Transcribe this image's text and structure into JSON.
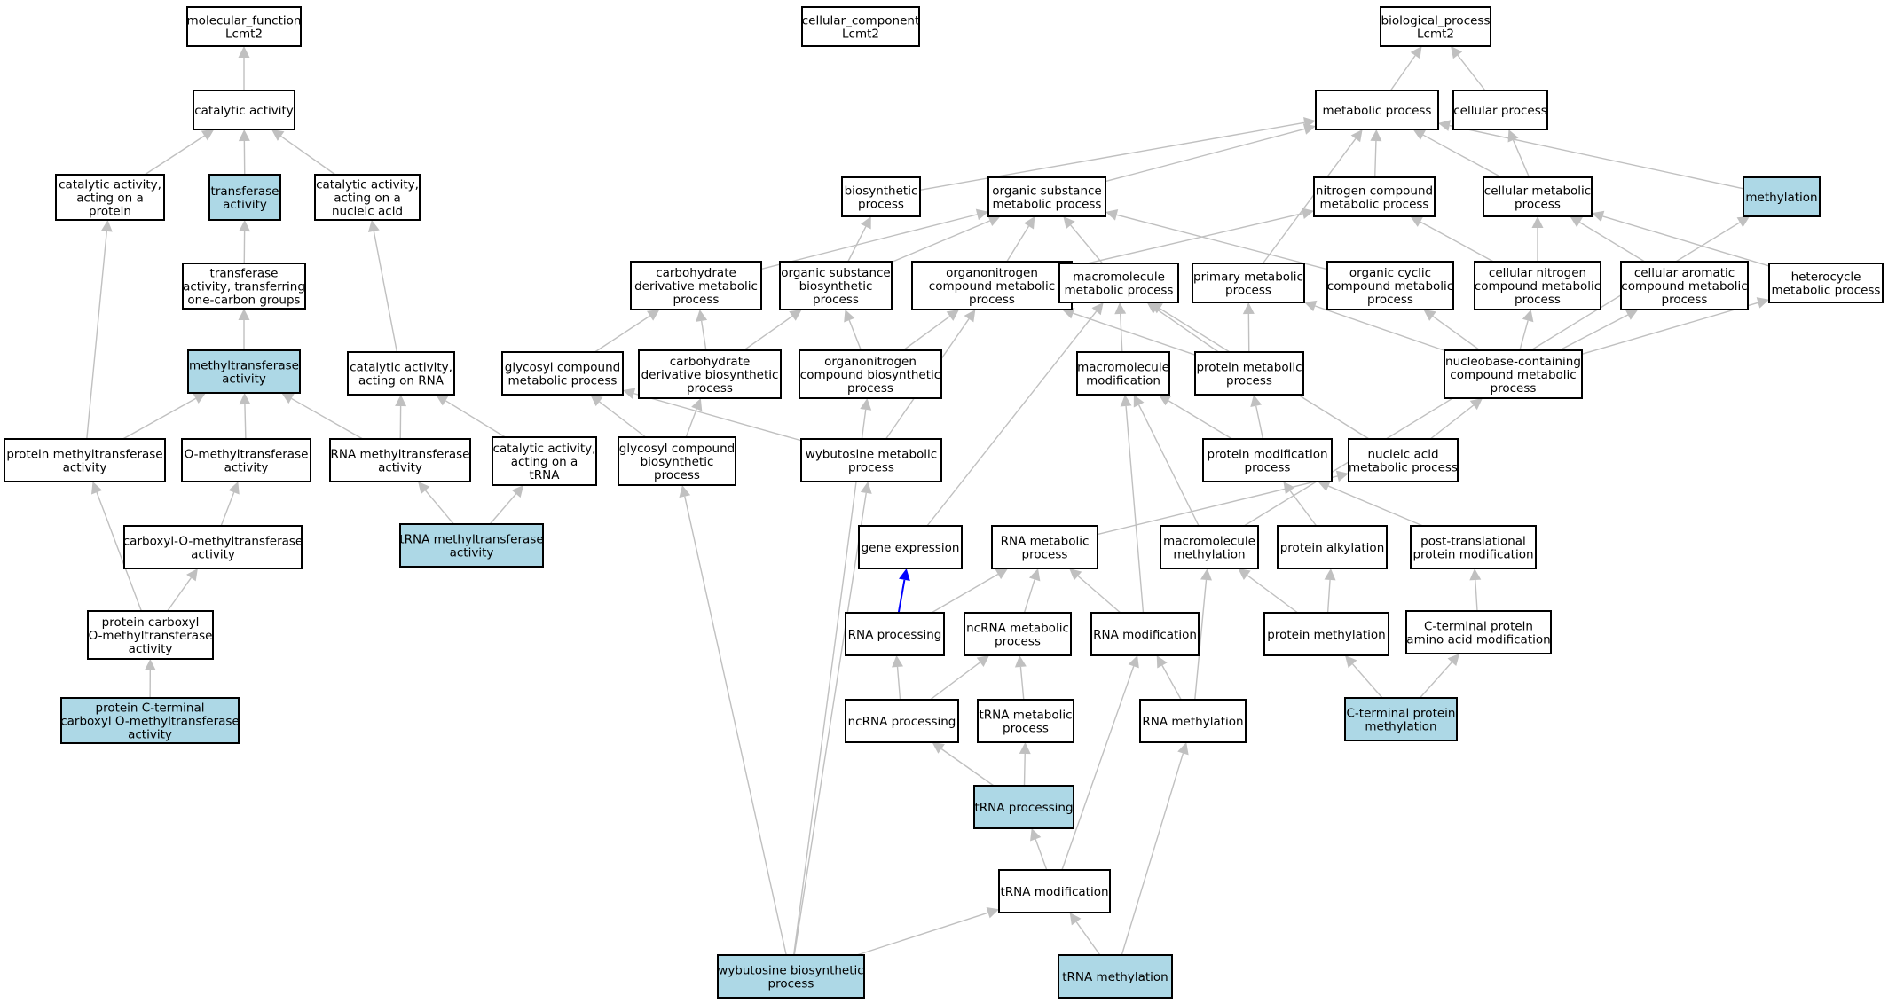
{
  "colors": {
    "highlight": "#add8e6",
    "plain": "#ffffff",
    "edge": "#c0c0c0",
    "regulates": "#0000ff"
  },
  "nodes": [
    {
      "id": "mf",
      "lines": [
        "molecular_function",
        "Lcmt2"
      ]
    },
    {
      "id": "cc",
      "lines": [
        "cellular_component",
        "Lcmt2"
      ]
    },
    {
      "id": "bp",
      "lines": [
        "biological_process",
        "Lcmt2"
      ]
    },
    {
      "id": "cat",
      "lines": [
        "catalytic activity"
      ]
    },
    {
      "id": "met",
      "lines": [
        "metabolic process"
      ]
    },
    {
      "id": "cell",
      "lines": [
        "cellular process"
      ]
    },
    {
      "id": "catprot",
      "lines": [
        "catalytic activity,",
        "acting on a",
        "protein"
      ]
    },
    {
      "id": "trans",
      "lines": [
        "transferase",
        "activity"
      ],
      "hl": true
    },
    {
      "id": "catna",
      "lines": [
        "catalytic activity,",
        "acting on a",
        "nucleic acid"
      ]
    },
    {
      "id": "biosyn",
      "lines": [
        "biosynthetic",
        "process"
      ]
    },
    {
      "id": "orgsub",
      "lines": [
        "organic substance",
        "metabolic process"
      ]
    },
    {
      "id": "nitro",
      "lines": [
        "nitrogen compound",
        "metabolic process"
      ]
    },
    {
      "id": "cellmet",
      "lines": [
        "cellular metabolic",
        "process"
      ]
    },
    {
      "id": "methyl",
      "lines": [
        "methylation"
      ],
      "hl": true
    },
    {
      "id": "trans1c",
      "lines": [
        "transferase",
        "activity, transferring",
        "one-carbon groups"
      ]
    },
    {
      "id": "carbder",
      "lines": [
        "carbohydrate",
        "derivative metabolic",
        "process"
      ]
    },
    {
      "id": "orgsubbio",
      "lines": [
        "organic substance",
        "biosynthetic",
        "process"
      ]
    },
    {
      "id": "orgnit",
      "lines": [
        "organonitrogen",
        "compound metabolic",
        "process"
      ]
    },
    {
      "id": "macromet",
      "lines": [
        "macromolecule",
        "metabolic process"
      ]
    },
    {
      "id": "primmet",
      "lines": [
        "primary metabolic",
        "process"
      ]
    },
    {
      "id": "orgcyc",
      "lines": [
        "organic cyclic",
        "compound metabolic",
        "process"
      ]
    },
    {
      "id": "cellnit",
      "lines": [
        "cellular nitrogen",
        "compound metabolic",
        "process"
      ]
    },
    {
      "id": "cellaro",
      "lines": [
        "cellular aromatic",
        "compound metabolic",
        "process"
      ]
    },
    {
      "id": "hetero",
      "lines": [
        "heterocycle",
        "metabolic process"
      ]
    },
    {
      "id": "mtase",
      "lines": [
        "methyltransferase",
        "activity"
      ],
      "hl": true
    },
    {
      "id": "catrna",
      "lines": [
        "catalytic activity,",
        "acting on RNA"
      ]
    },
    {
      "id": "glycmet",
      "lines": [
        "glycosyl compound",
        "metabolic process"
      ]
    },
    {
      "id": "carbderbio",
      "lines": [
        "carbohydrate",
        "derivative biosynthetic",
        "process"
      ]
    },
    {
      "id": "orgnitbio",
      "lines": [
        "organonitrogen",
        "compound biosynthetic",
        "process"
      ]
    },
    {
      "id": "macromod",
      "lines": [
        "macromolecule",
        "modification"
      ]
    },
    {
      "id": "protmet",
      "lines": [
        "protein metabolic",
        "process"
      ]
    },
    {
      "id": "nucbase",
      "lines": [
        "nucleobase-containing",
        "compound metabolic",
        "process"
      ]
    },
    {
      "id": "protmt",
      "lines": [
        "protein methyltransferase",
        "activity"
      ]
    },
    {
      "id": "omt",
      "lines": [
        "O-methyltransferase",
        "activity"
      ]
    },
    {
      "id": "rnamt",
      "lines": [
        "RNA methyltransferase",
        "activity"
      ]
    },
    {
      "id": "cattrna",
      "lines": [
        "catalytic activity,",
        "acting on a",
        "tRNA"
      ]
    },
    {
      "id": "glycbio",
      "lines": [
        "glycosyl compound",
        "biosynthetic",
        "process"
      ]
    },
    {
      "id": "wybmet",
      "lines": [
        "wybutosine metabolic",
        "process"
      ]
    },
    {
      "id": "protmod",
      "lines": [
        "protein modification",
        "process"
      ]
    },
    {
      "id": "nucacid",
      "lines": [
        "nucleic acid",
        "metabolic process"
      ]
    },
    {
      "id": "carboxomt",
      "lines": [
        "carboxyl-O-methyltransferase",
        "activity"
      ]
    },
    {
      "id": "trnamt",
      "lines": [
        "tRNA methyltransferase",
        "activity"
      ],
      "hl": true
    },
    {
      "id": "geneexp",
      "lines": [
        "gene expression"
      ]
    },
    {
      "id": "rnamet",
      "lines": [
        "RNA metabolic",
        "process"
      ]
    },
    {
      "id": "macromethyl",
      "lines": [
        "macromolecule",
        "methylation"
      ]
    },
    {
      "id": "protalk",
      "lines": [
        "protein alkylation"
      ]
    },
    {
      "id": "posttrans",
      "lines": [
        "post-translational",
        "protein modification"
      ]
    },
    {
      "id": "protcomt",
      "lines": [
        "protein carboxyl",
        "O-methyltransferase",
        "activity"
      ]
    },
    {
      "id": "rnaproc",
      "lines": [
        "RNA processing"
      ]
    },
    {
      "id": "ncrnamet",
      "lines": [
        "ncRNA metabolic",
        "process"
      ]
    },
    {
      "id": "rnamod",
      "lines": [
        "RNA modification"
      ]
    },
    {
      "id": "protmethyl",
      "lines": [
        "protein methylation"
      ]
    },
    {
      "id": "cterm",
      "lines": [
        "C-terminal protein",
        "amino acid modification"
      ]
    },
    {
      "id": "protcterm",
      "lines": [
        "protein C-terminal",
        "carboxyl O-methyltransferase",
        "activity"
      ],
      "hl": true
    },
    {
      "id": "ncrnaproc",
      "lines": [
        "ncRNA processing"
      ]
    },
    {
      "id": "trnamet",
      "lines": [
        "tRNA metabolic",
        "process"
      ]
    },
    {
      "id": "rnamethyl",
      "lines": [
        "RNA methylation"
      ]
    },
    {
      "id": "ctermmethyl",
      "lines": [
        "C-terminal protein",
        "methylation"
      ],
      "hl": true
    },
    {
      "id": "trnaproc",
      "lines": [
        "tRNA processing"
      ],
      "hl": true
    },
    {
      "id": "trnamod",
      "lines": [
        "tRNA modification"
      ]
    },
    {
      "id": "wybbio",
      "lines": [
        "wybutosine biosynthetic",
        "process"
      ],
      "hl": true
    },
    {
      "id": "trnamethyl",
      "lines": [
        "tRNA methylation"
      ],
      "hl": true
    }
  ],
  "edges": [
    [
      "cat",
      "mf"
    ],
    [
      "catprot",
      "cat"
    ],
    [
      "trans",
      "cat"
    ],
    [
      "catna",
      "cat"
    ],
    [
      "trans1c",
      "trans"
    ],
    [
      "mtase",
      "trans1c"
    ],
    [
      "catrna",
      "catna"
    ],
    [
      "protmt",
      "mtase"
    ],
    [
      "omt",
      "mtase"
    ],
    [
      "rnamt",
      "mtase"
    ],
    [
      "protmt",
      "catprot"
    ],
    [
      "rnamt",
      "catrna"
    ],
    [
      "cattrna",
      "catrna"
    ],
    [
      "carboxomt",
      "omt"
    ],
    [
      "trnamt",
      "rnamt"
    ],
    [
      "trnamt",
      "cattrna"
    ],
    [
      "protcomt",
      "carboxomt"
    ],
    [
      "protcomt",
      "protmt"
    ],
    [
      "protcterm",
      "protcomt"
    ],
    [
      "met",
      "bp"
    ],
    [
      "cell",
      "bp"
    ],
    [
      "biosyn",
      "met"
    ],
    [
      "orgsub",
      "met"
    ],
    [
      "nitro",
      "met"
    ],
    [
      "cellmet",
      "met"
    ],
    [
      "methyl",
      "met"
    ],
    [
      "primmet",
      "met"
    ],
    [
      "cellmet",
      "cell"
    ],
    [
      "carbder",
      "orgsub"
    ],
    [
      "orgsubbio",
      "orgsub"
    ],
    [
      "orgnit",
      "orgsub"
    ],
    [
      "macromet",
      "orgsub"
    ],
    [
      "orgcyc",
      "orgsub"
    ],
    [
      "orgsubbio",
      "biosyn"
    ],
    [
      "orgnit",
      "nitro"
    ],
    [
      "cellnit",
      "nitro"
    ],
    [
      "cellnit",
      "cellmet"
    ],
    [
      "cellaro",
      "cellmet"
    ],
    [
      "hetero",
      "cellmet"
    ],
    [
      "glycmet",
      "carbder"
    ],
    [
      "carbderbio",
      "carbder"
    ],
    [
      "carbderbio",
      "orgsubbio"
    ],
    [
      "orgnitbio",
      "orgsubbio"
    ],
    [
      "orgnitbio",
      "orgnit"
    ],
    [
      "macromod",
      "macromet"
    ],
    [
      "protmet",
      "macromet"
    ],
    [
      "protmet",
      "orgnit"
    ],
    [
      "nucacid",
      "macromet"
    ],
    [
      "nucbase",
      "primmet"
    ],
    [
      "nucbase",
      "orgcyc"
    ],
    [
      "nucbase",
      "cellnit"
    ],
    [
      "nucbase",
      "cellaro"
    ],
    [
      "nucbase",
      "hetero"
    ],
    [
      "protmet",
      "primmet"
    ],
    [
      "glycbio",
      "glycmet"
    ],
    [
      "glycbio",
      "carbderbio"
    ],
    [
      "wybmet",
      "glycmet"
    ],
    [
      "wybmet",
      "orgnit"
    ],
    [
      "protmod",
      "macromod"
    ],
    [
      "protmod",
      "protmet"
    ],
    [
      "nucacid",
      "nucbase"
    ],
    [
      "geneexp",
      "macromet"
    ],
    [
      "rnamet",
      "nucacid"
    ],
    [
      "macromethyl",
      "macromod"
    ],
    [
      "macromethyl",
      "methyl"
    ],
    [
      "protalk",
      "protmod"
    ],
    [
      "posttrans",
      "protmod"
    ],
    [
      "rnaproc",
      "rnamet"
    ],
    [
      "ncrnamet",
      "rnamet"
    ],
    [
      "rnamod",
      "rnamet"
    ],
    [
      "rnamod",
      "macromod"
    ],
    [
      "protmethyl",
      "macromethyl"
    ],
    [
      "protmethyl",
      "protalk"
    ],
    [
      "cterm",
      "posttrans"
    ],
    [
      "ncrnaproc",
      "rnaproc"
    ],
    [
      "ncrnaproc",
      "ncrnamet"
    ],
    [
      "trnamet",
      "ncrnamet"
    ],
    [
      "rnamethyl",
      "rnamod"
    ],
    [
      "rnamethyl",
      "macromethyl"
    ],
    [
      "ctermmethyl",
      "protmethyl"
    ],
    [
      "ctermmethyl",
      "cterm"
    ],
    [
      "trnaproc",
      "ncrnaproc"
    ],
    [
      "trnaproc",
      "trnamet"
    ],
    [
      "trnamod",
      "trnaproc"
    ],
    [
      "trnamod",
      "rnamod"
    ],
    [
      "wybbio",
      "trnamod"
    ],
    [
      "wybbio",
      "glycbio"
    ],
    [
      "wybbio",
      "wybmet"
    ],
    [
      "wybbio",
      "orgnitbio"
    ],
    [
      "trnamethyl",
      "trnamod"
    ],
    [
      "trnamethyl",
      "rnamethyl"
    ]
  ],
  "regulates_edges": [
    [
      "rnaproc",
      "geneexp"
    ]
  ]
}
